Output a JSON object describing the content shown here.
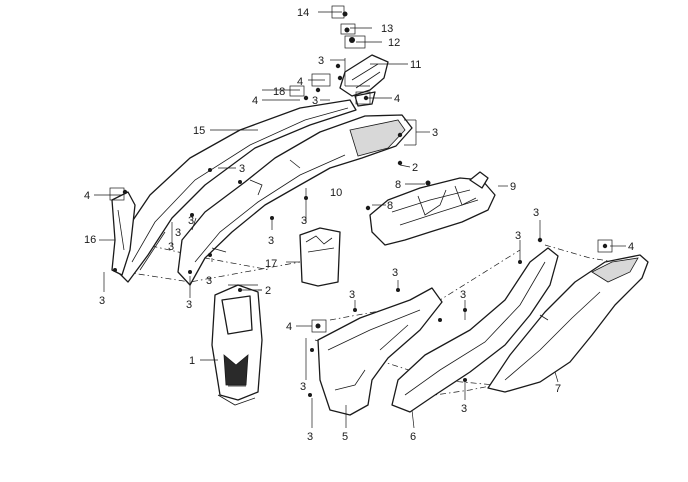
{
  "callouts": {
    "c1": "1",
    "c2a": "2",
    "c2b": "2",
    "c3_01": "3",
    "c3_02": "3",
    "c3_03": "3",
    "c3_04": "3",
    "c3_05": "3",
    "c3_06": "3",
    "c3_07": "3",
    "c3_08": "3",
    "c3_09": "3",
    "c3_10": "3",
    "c3_11": "3",
    "c3_12": "3",
    "c3_13": "3",
    "c3_14": "3",
    "c3_15": "3",
    "c3_16": "3",
    "c3_17": "3",
    "c3_18": "3",
    "c3_19": "3",
    "c3_20": "3",
    "c4_01": "4",
    "c4_02": "4",
    "c4_03": "4",
    "c4_04": "4",
    "c4_05": "4",
    "c4_06": "4",
    "c5": "5",
    "c6": "6",
    "c7": "7",
    "c8a": "8",
    "c8b": "8",
    "c9": "9",
    "c10": "10",
    "c11": "11",
    "c12": "12",
    "c13": "13",
    "c14": "14",
    "c15": "15",
    "c16": "16",
    "c17": "17",
    "c18": "18"
  }
}
